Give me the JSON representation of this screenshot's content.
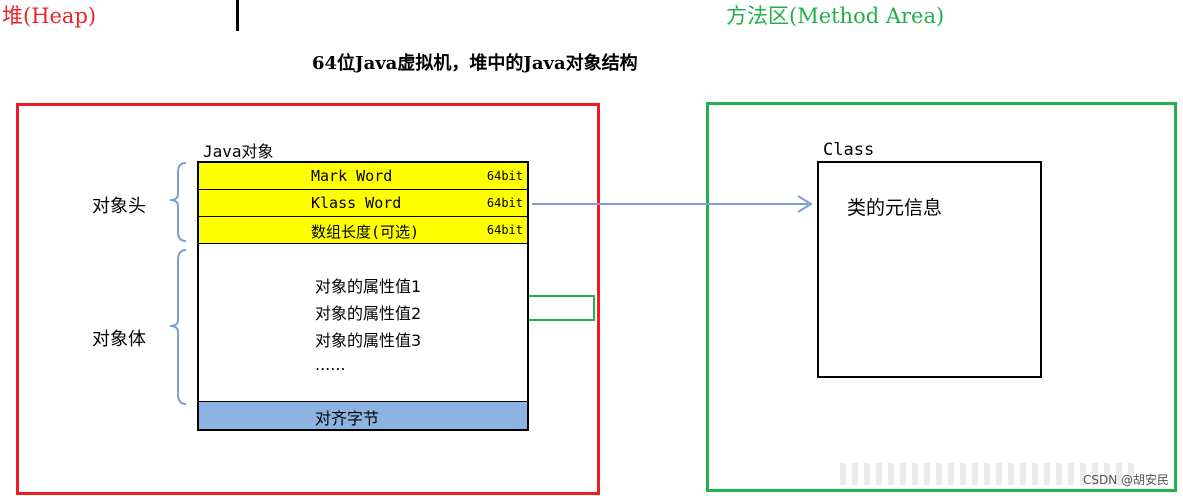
{
  "labels": {
    "heap": "堆(Heap)",
    "method_area": "方法区(Method Area)",
    "title": "64位Java虚拟机，堆中的Java对象结构",
    "java_object": "Java对象",
    "object_header": "对象头",
    "object_body": "对象体",
    "class_name": "Class",
    "class_meta": "类的元信息",
    "watermark": "CSDN @胡安民"
  },
  "header_rows": [
    {
      "label": "Mark Word",
      "bits": "64bit"
    },
    {
      "label": "Klass Word",
      "bits": "64bit"
    },
    {
      "label": "数组长度(可选)",
      "bits": "64bit"
    }
  ],
  "body_rows": [
    "对象的属性值1",
    "对象的属性值2",
    "对象的属性值3",
    "......"
  ],
  "padding_row": "对齐字节",
  "colors": {
    "heap": "#ee1c24",
    "method_area": "#22b14c",
    "header_fill": "#ffff00",
    "padding_fill": "#8db3e2",
    "arrow": "#7f9fd0"
  }
}
